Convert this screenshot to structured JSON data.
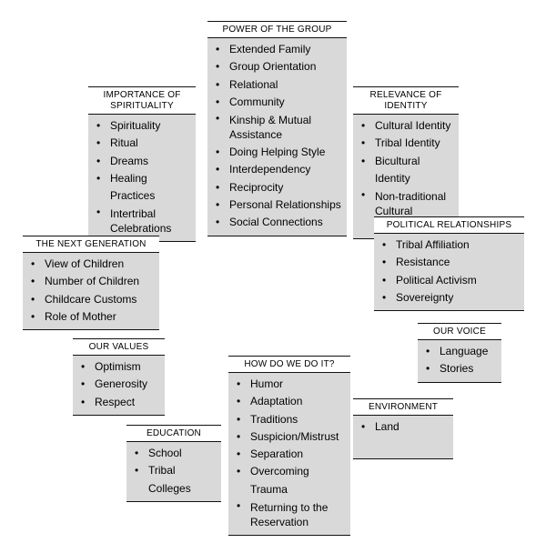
{
  "boxes": [
    {
      "key": "power",
      "title": "POWER OF THE GROUP",
      "items": [
        "Extended Family",
        "Group Orientation",
        "Relational",
        "Community",
        "Kinship & Mutual Assistance",
        "Doing Helping Style",
        "Interdependency",
        "Reciprocity",
        "Personal Relationships",
        "Social Connections"
      ]
    },
    {
      "key": "spirituality",
      "title": "IMPORTANCE OF SPIRITUALITY",
      "items": [
        "Spirituality",
        "Ritual",
        "Dreams",
        "Healing Practices",
        "Intertribal Celebrations"
      ]
    },
    {
      "key": "identity",
      "title": "RELEVANCE OF IDENTITY",
      "items": [
        "Cultural Identity",
        "Tribal Identity",
        "Bicultural Identity",
        "Non-traditional Cultural Orientation"
      ]
    },
    {
      "key": "political",
      "title": "POLITICAL RELATIONSHIPS",
      "items": [
        "Tribal Affiliation",
        "Resistance",
        "Political Activism",
        "Sovereignty"
      ]
    },
    {
      "key": "generation",
      "title": "THE NEXT GENERATION",
      "items": [
        "View of Children",
        "Number of Children",
        "Childcare Customs",
        "Role of Mother"
      ]
    },
    {
      "key": "voice",
      "title": "OUR VOICE",
      "items": [
        "Language",
        "Stories"
      ]
    },
    {
      "key": "values",
      "title": "OUR VALUES",
      "items": [
        "Optimism",
        "Generosity",
        "Respect"
      ]
    },
    {
      "key": "how",
      "title": "HOW DO WE DO IT?",
      "items": [
        "Humor",
        "Adaptation",
        "Traditions",
        "Suspicion/Mistrust",
        "Separation",
        "Overcoming Trauma",
        "Returning to the Reservation"
      ]
    },
    {
      "key": "environment",
      "title": "ENVIRONMENT",
      "items": [
        "Land"
      ]
    },
    {
      "key": "education",
      "title": "EDUCATION",
      "items": [
        "School",
        "Tribal Colleges"
      ]
    }
  ]
}
